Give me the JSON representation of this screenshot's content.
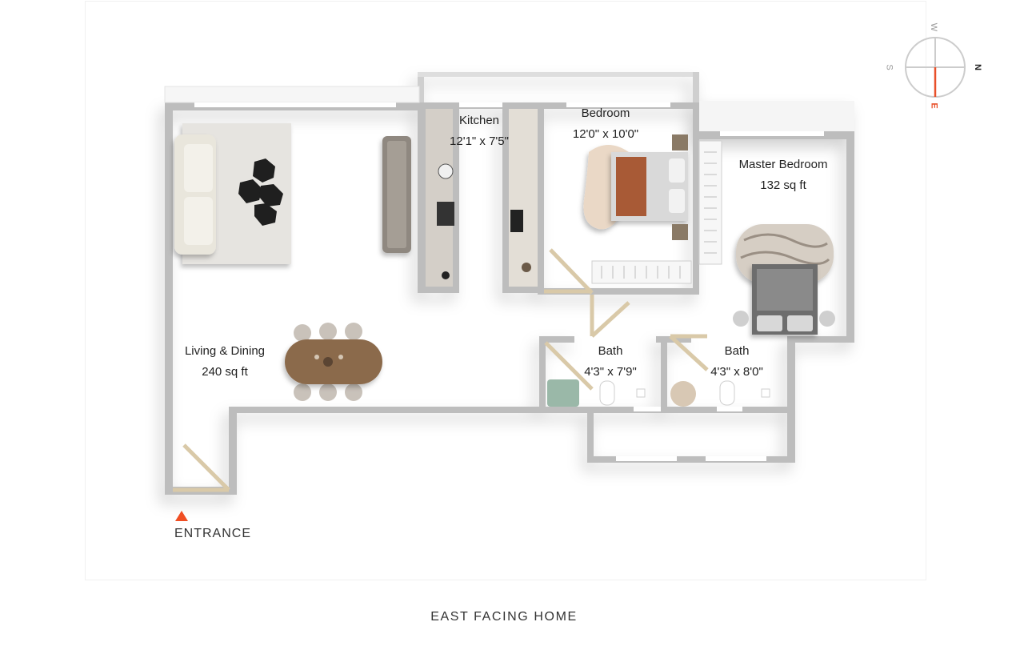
{
  "title": "EAST FACING HOME",
  "entrance": {
    "label": "ENTRANCE",
    "arrow_color": "#f04e23"
  },
  "rooms": {
    "living": {
      "name": "Living & Dining",
      "size": "240 sq ft"
    },
    "kitchen": {
      "name": "Kitchen",
      "size": "12'1\" x 7'5\""
    },
    "bedroom": {
      "name": "Bedroom",
      "size": "12'0\" x 10'0\""
    },
    "master": {
      "name": "Master Bedroom",
      "size": "132 sq ft"
    },
    "bath1": {
      "name": "Bath",
      "size": "4'3\" x 7'9\""
    },
    "bath2": {
      "name": "Bath",
      "size": "4'3\" x 8'0\""
    }
  },
  "compass": {
    "north": "N",
    "south": "S",
    "east": "E",
    "west": "W",
    "needle_color": "#e8502a",
    "ring_color": "#cccccc"
  },
  "colors": {
    "wall": "#b8b8b8",
    "floor": "#ffffff",
    "door": "#d9c9a8",
    "window": "#ffffff",
    "wood": "#8b6a4c"
  }
}
